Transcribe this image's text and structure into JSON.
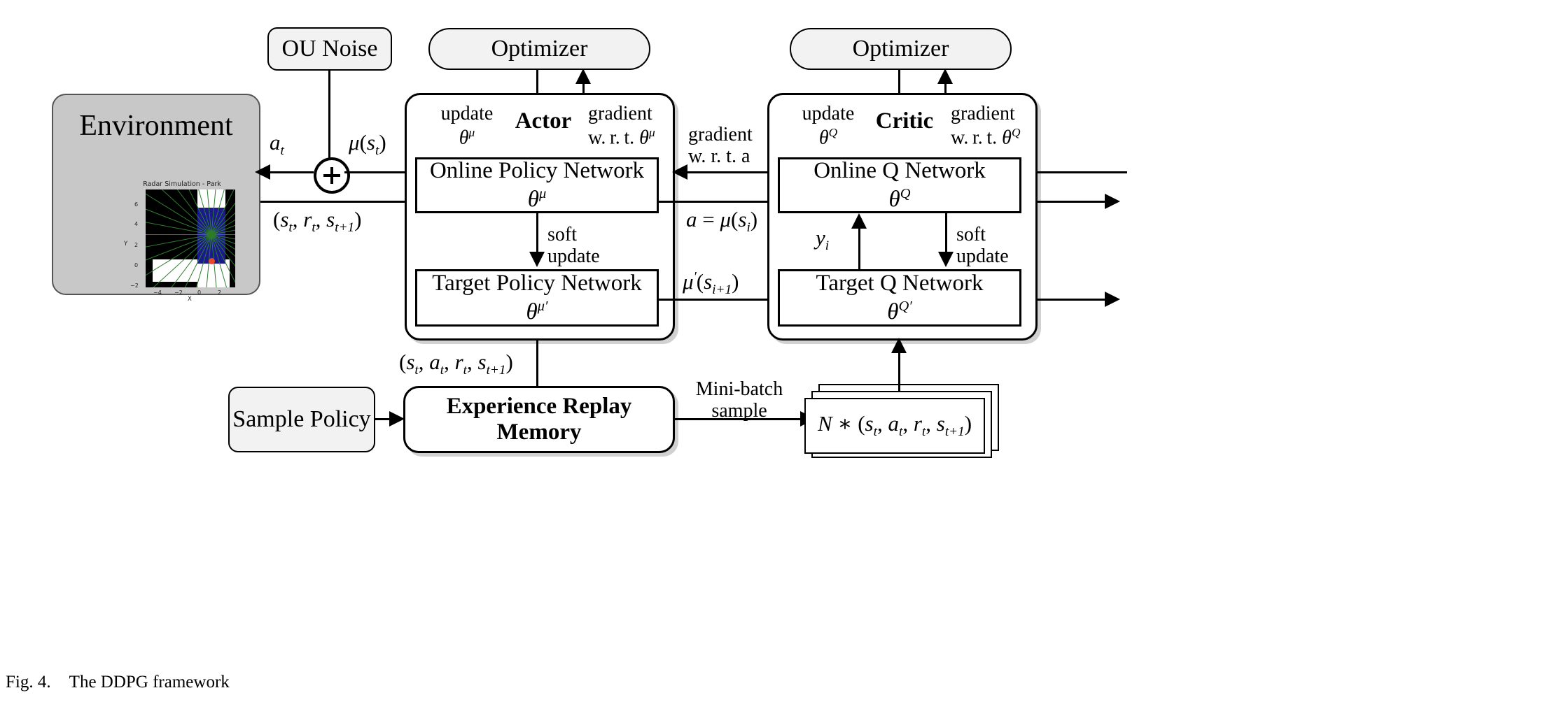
{
  "figure": {
    "caption_prefix": "Fig. 4.",
    "caption_text": "The DDPG framework"
  },
  "environment": {
    "title": "Environment",
    "plot": {
      "title": "Radar Simulation - Park",
      "xlabel": "X",
      "ylabel": "Y",
      "xticks": [
        "−4",
        "−2",
        "0",
        "2"
      ],
      "yticks": [
        "6",
        "4",
        "2",
        "0",
        "−2"
      ],
      "colors": {
        "background": "#000000",
        "free_space": "#ffffff",
        "vehicle": "#1a1a8c",
        "sensor": "#2d7a2d",
        "goal": "#e8472a",
        "beam": "#2f7d32",
        "panel": "#c8c8c8"
      }
    }
  },
  "nodes": {
    "ou_noise": "OU Noise",
    "optimizer_actor": "Optimizer",
    "optimizer_critic": "Optimizer",
    "sample_policy": "Sample Policy",
    "experience_replay": "Experience Replay Memory"
  },
  "actor": {
    "title": "Actor",
    "update_label_line1": "update",
    "update_label_math": "θμ",
    "gradient_label_line1": "gradient",
    "gradient_label_line2": "w. r. t. θμ",
    "soft_update_line1": "soft",
    "soft_update_line2": "update",
    "online": {
      "name": "Online Policy Network",
      "params": "θμ"
    },
    "target": {
      "name": "Target Policy Network",
      "params": "θμ′"
    }
  },
  "critic": {
    "title": "Critic",
    "update_label_line1": "update",
    "update_label_math": "θQ",
    "gradient_label_line1": "gradient",
    "gradient_label_line2": "w. r. t. θQ",
    "soft_update_line1": "soft",
    "soft_update_line2": "update",
    "online": {
      "name": "Online Q Network",
      "params": "θQ"
    },
    "target": {
      "name": "Target Q Network",
      "params": "θQ′"
    },
    "y_label": "yi"
  },
  "edges": {
    "action": "at",
    "policy_output": "μ(st)",
    "transition": "(st, rt, st+1)",
    "experience_tuple": "(st, at, rt, st+1)",
    "gradient_wrt_a_line1": "gradient",
    "gradient_wrt_a_line2": "w. r. t. a",
    "action_from_online": "a = μ(si)",
    "action_from_target": "μ′(si+1)",
    "minibatch_line1": "Mini-batch",
    "minibatch_line2": "sample",
    "minibatch_tuple": "N * (st, at, rt, st+1)"
  }
}
